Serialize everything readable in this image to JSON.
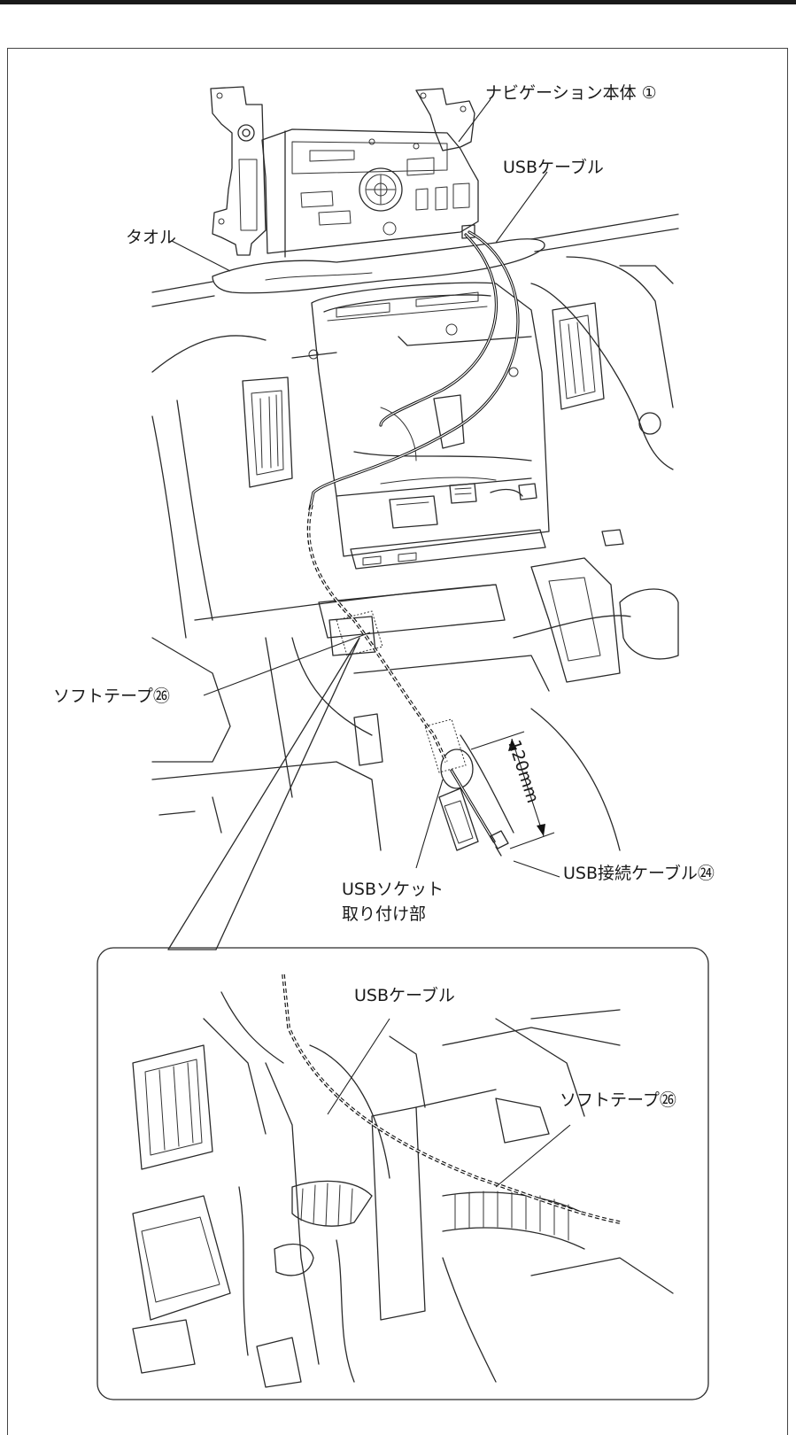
{
  "labels": {
    "nav_unit": "ナビゲーション本体 ①",
    "usb_cable": "USBケーブル",
    "towel": "タオル",
    "soft_tape": "ソフトテープ㉖",
    "dimension": "120mm",
    "usb_connect_cable": "USB接続ケーブル㉔",
    "usb_socket_line1": "USBソケット",
    "usb_socket_line2": "取り付け部"
  },
  "inset": {
    "usb_cable": "USBケーブル",
    "soft_tape": "ソフトテープ㉖"
  }
}
